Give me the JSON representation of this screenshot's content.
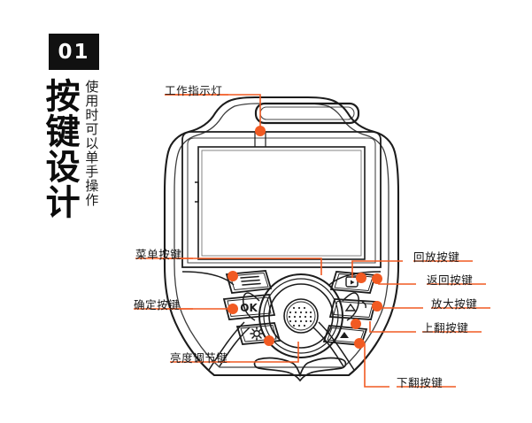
{
  "section": {
    "number": "01",
    "title_main": "按键设计",
    "title_sub": "使用时可以单手操作"
  },
  "colors": {
    "accent": "#F15A22",
    "badge_bg": "#111111",
    "badge_text": "#FFFFFF",
    "line_dark": "#1C1C1C",
    "background": "#FFFFFF"
  },
  "callouts": {
    "indicator_light": "工作指示灯",
    "menu_button": "菜单按键",
    "ok_button": "确定按键",
    "brightness_button": "亮度调节键",
    "playback_button": "回放按键",
    "return_button": "返回按键",
    "zoom_in_button": "放大按键",
    "page_up_button": "上翻按键",
    "page_down_button": "下翻按键"
  },
  "device": {
    "name": "handheld-inspection-device",
    "icons": {
      "menu": "menu-lines-icon",
      "ok": "ok-icon",
      "brightness": "sun-icon",
      "playback": "playback-icon",
      "return": "return-arrow-icon",
      "zoom_in": "magnifier-plus-icon",
      "page_up": "triangle-up-icon",
      "page_down": "triangle-down-icon",
      "speaker": "speaker-grille-icon"
    }
  }
}
